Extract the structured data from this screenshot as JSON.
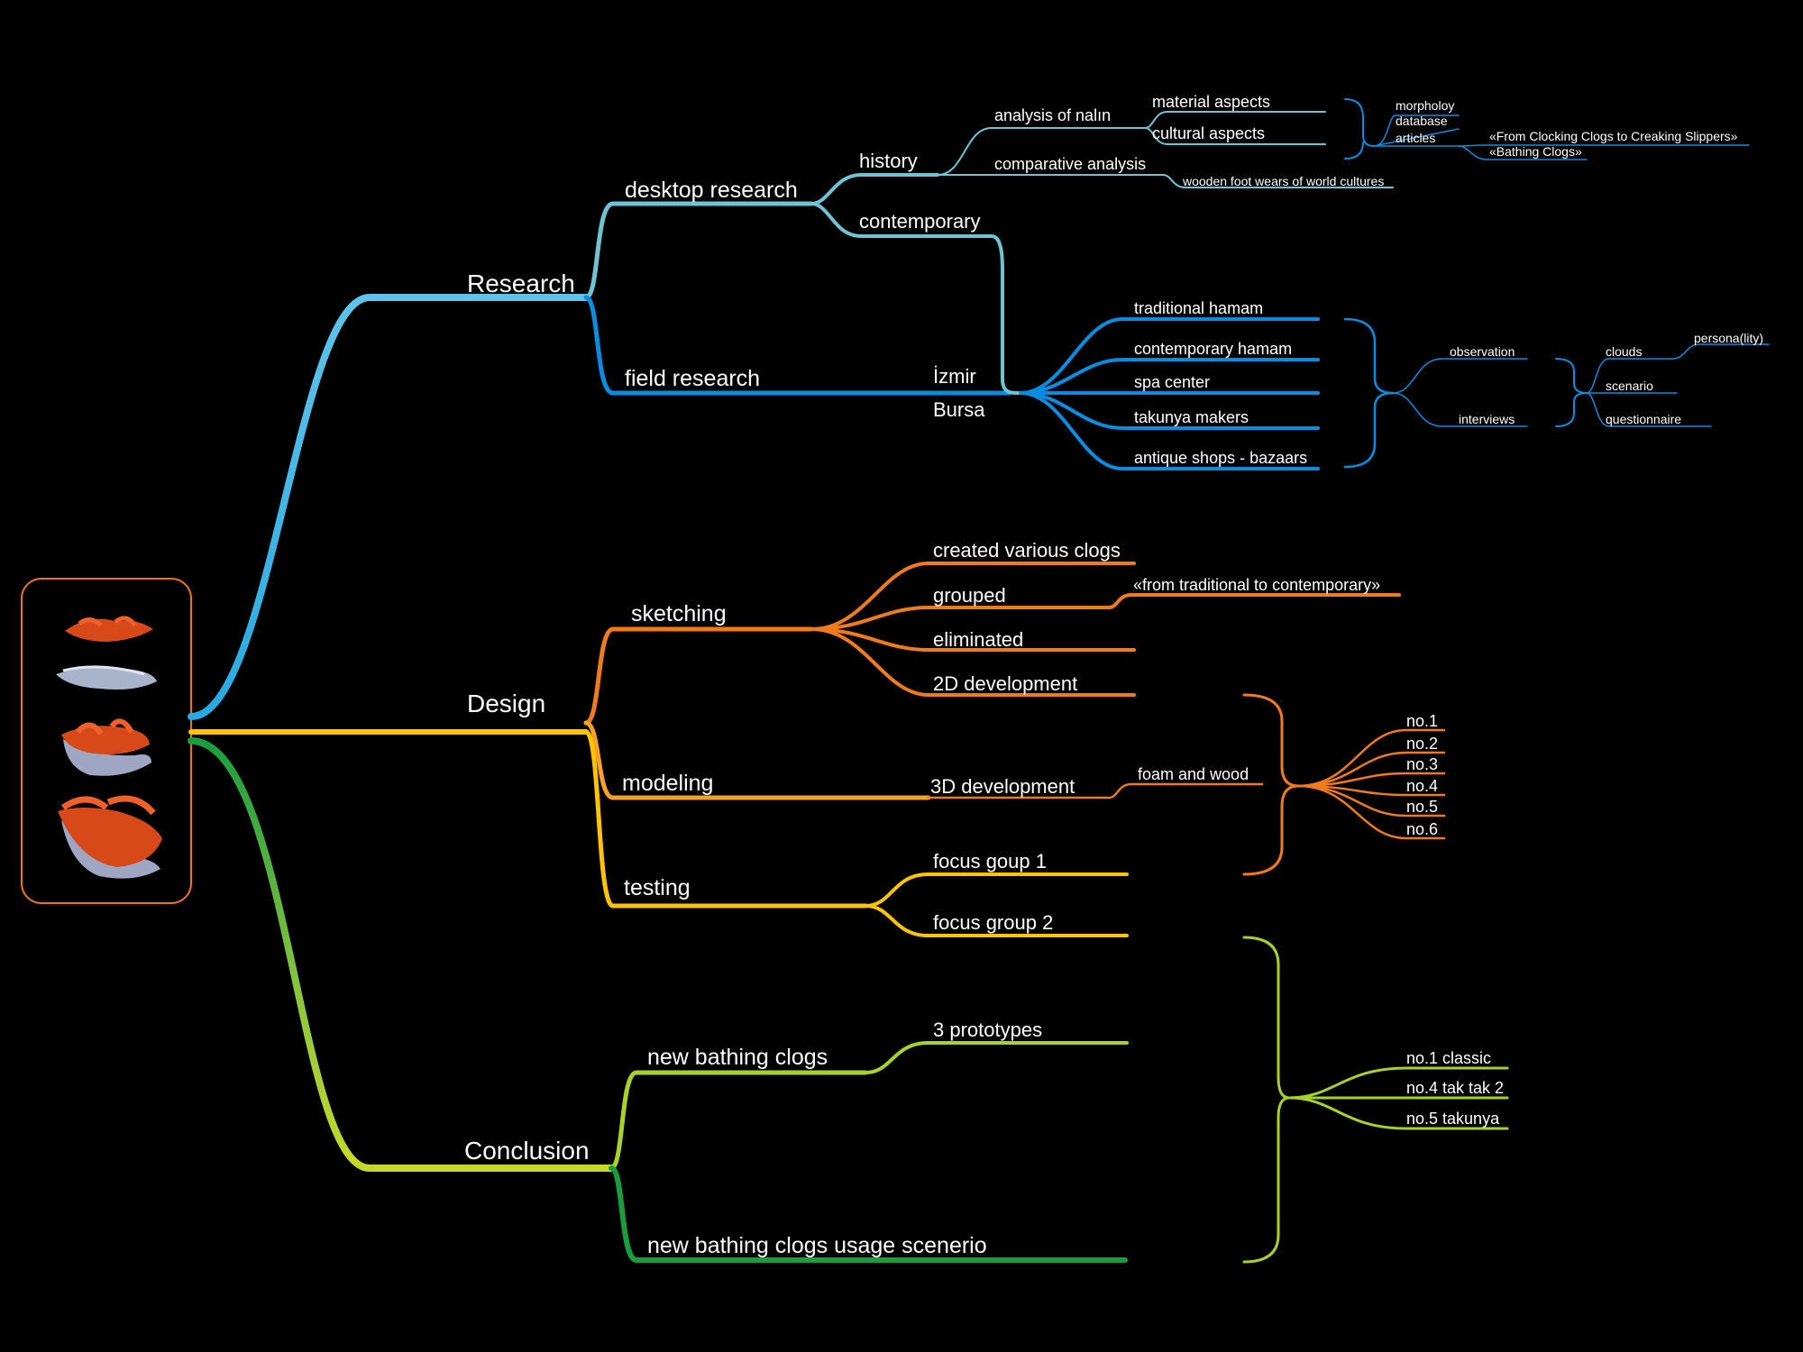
{
  "colors": {
    "background": "#000000",
    "research_main": "#29a9e0",
    "research_light": "#6fc3d2",
    "research_field": "#0a8de0",
    "design": "#f07b1c",
    "design_modeling": "#f5a12a",
    "testing": "#ffc400",
    "conclusion": "#a8d12a",
    "conclusion_usage": "#1a9d3f",
    "frame": "#e8751c",
    "text": "#ffffff"
  },
  "root": {
    "icon": "clog-models-icon"
  },
  "branches": {
    "research": {
      "label": "Research",
      "desktop_research": {
        "label": "desktop research",
        "history": {
          "label": "history",
          "analysis": {
            "label": "analysis of nalın",
            "material": "material aspects",
            "cultural": "cultural aspects",
            "items": [
              "morpholoy",
              "database",
              "articles"
            ],
            "articles": [
              "«From Clocking Clogs to Creaking Slippers»",
              "«Bathing Clogs»"
            ]
          },
          "comparative": {
            "label": "comparative analysis",
            "child": "wooden foot wears of world cultures"
          }
        },
        "contemporary": {
          "label": "contemporary"
        }
      },
      "field_research": {
        "label": "field research",
        "cities": [
          "İzmir",
          "Bursa"
        ],
        "places": [
          "traditional hamam",
          "contemporary hamam",
          "spa center",
          "takunya makers",
          "antique shops - bazaars"
        ],
        "methods": [
          "observation",
          "interviews"
        ],
        "tools": [
          "clouds",
          "scenario",
          "questionnaire"
        ],
        "persona": "persona(lity)"
      }
    },
    "design": {
      "label": "Design",
      "sketching": {
        "label": "sketching",
        "items": [
          "created various clogs",
          "grouped",
          "eliminated",
          "2D development"
        ],
        "grouped_note": "«from traditional to contemporary»"
      },
      "modeling": {
        "label": "modeling",
        "dev": "3D development",
        "material": "foam and wood",
        "numbers": [
          "no.1",
          "no.2",
          "no.3",
          "no.4",
          "no.5",
          "no.6"
        ]
      },
      "testing": {
        "label": "testing",
        "groups": [
          "focus goup 1",
          "focus group 2"
        ]
      }
    },
    "conclusion": {
      "label": "Conclusion",
      "new_clogs": {
        "label": "new bathing clogs",
        "prototypes": "3 prototypes",
        "finals": [
          "no.1 classic",
          "no.4 tak tak 2",
          "no.5 takunya"
        ]
      },
      "usage": {
        "label": "new bathing clogs usage scenerio"
      }
    }
  }
}
